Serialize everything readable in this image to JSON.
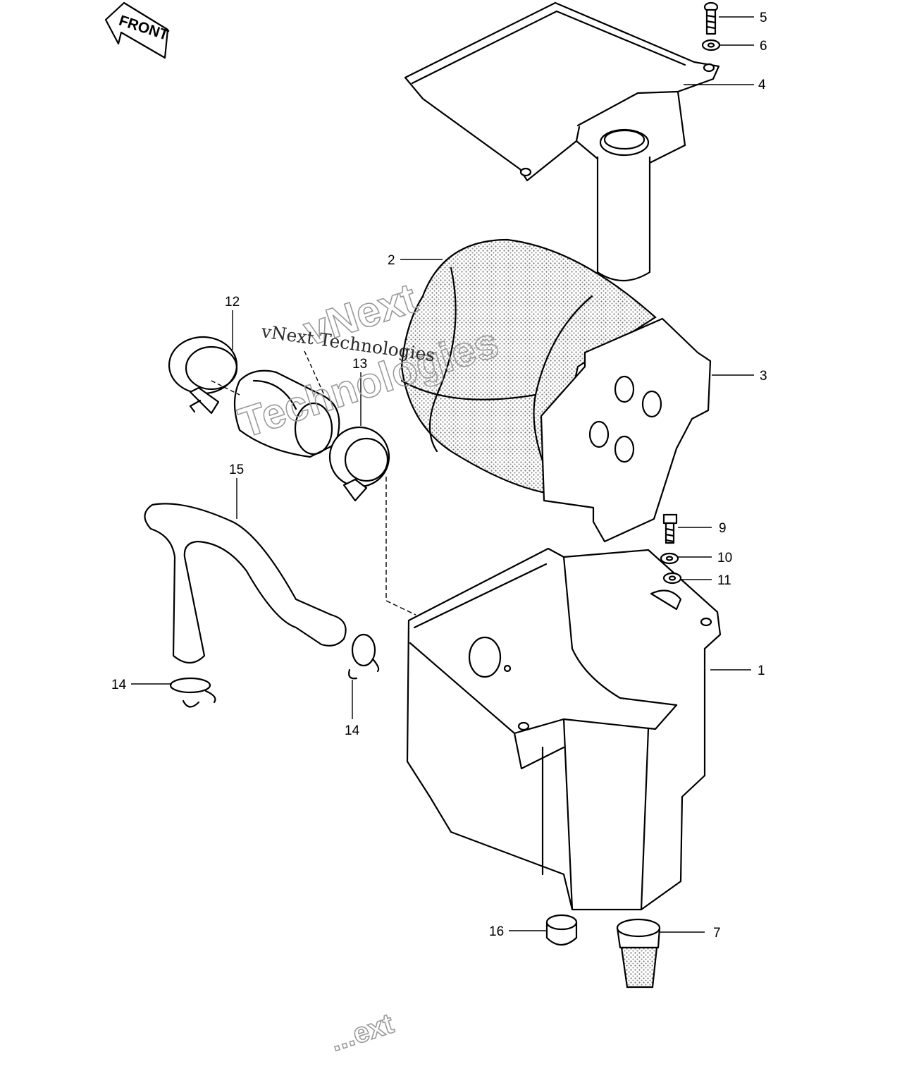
{
  "direction_label": "FRONT",
  "watermark": {
    "line1": "vNext Technologies",
    "outline_line1": "vNext",
    "outline_line2": "Technologies",
    "bottom_fragment": "...ext"
  },
  "parts": [
    {
      "id": "1"
    },
    {
      "id": "2"
    },
    {
      "id": "3"
    },
    {
      "id": "4"
    },
    {
      "id": "5"
    },
    {
      "id": "6"
    },
    {
      "id": "7"
    },
    {
      "id": "9"
    },
    {
      "id": "10"
    },
    {
      "id": "11"
    },
    {
      "id": "12"
    },
    {
      "id": "13"
    },
    {
      "id": "14"
    },
    {
      "id": "14"
    },
    {
      "id": "15"
    },
    {
      "id": "16"
    }
  ]
}
